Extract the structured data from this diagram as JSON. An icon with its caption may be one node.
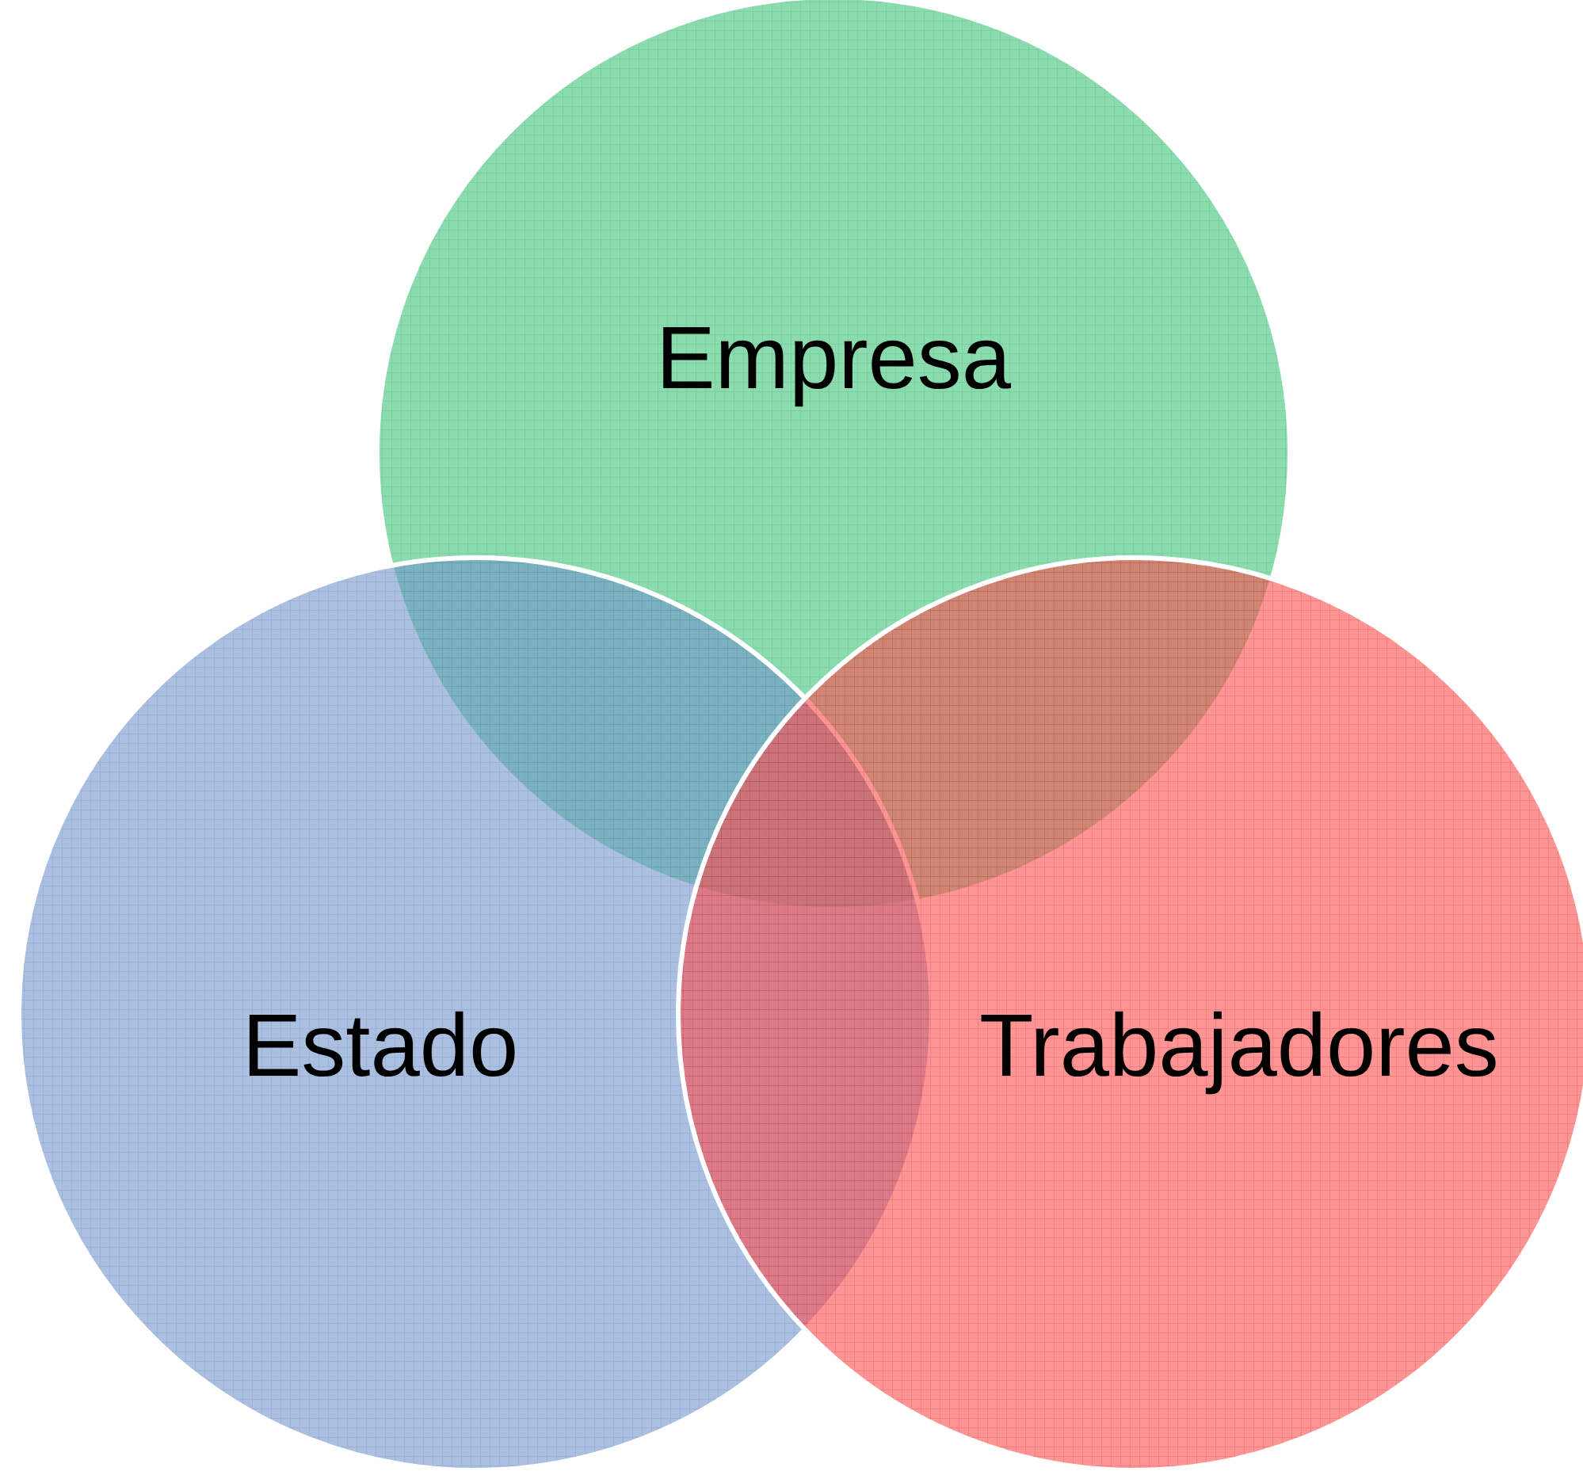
{
  "diagram": {
    "nodes": [
      {
        "text": [
          "Empresa"
        ]
      },
      {
        "text": [
          "Estado"
        ]
      },
      {
        "text": [
          "Trabajadores"
        ]
      }
    ]
  }
}
